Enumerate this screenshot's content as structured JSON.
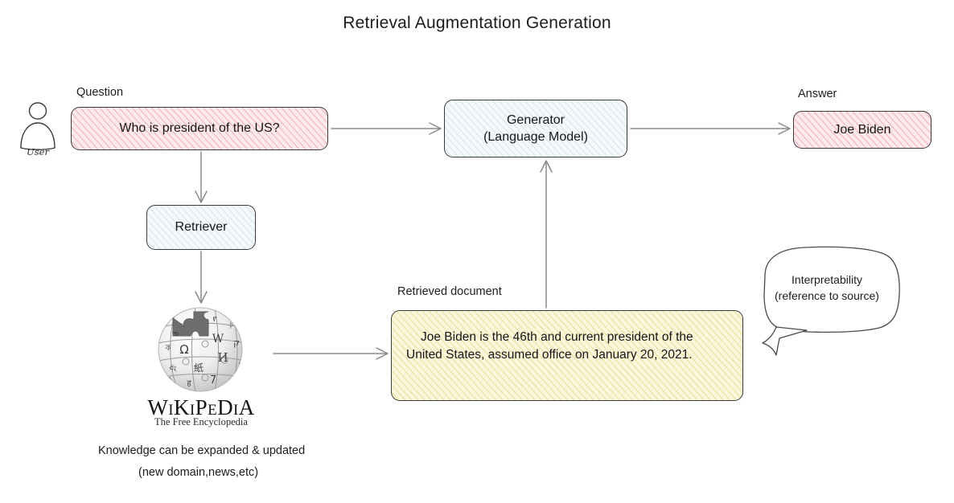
{
  "title": "Retrieval Augmentation Generation",
  "actor": {
    "icon": "user-person-icon",
    "label": "User"
  },
  "labels": {
    "question": "Question",
    "answer": "Answer",
    "retrieved_document": "Retrieved document"
  },
  "nodes": {
    "question": {
      "text": "Who is president of the US?",
      "fill": "#fbe9ec",
      "stroke": "#3a3a3a"
    },
    "retriever": {
      "text": "Retriever",
      "fill": "#f4f9fc",
      "stroke": "#3a3a3a"
    },
    "generator": {
      "text": "Generator\n(Language Model)",
      "fill": "#f4f9fc",
      "stroke": "#3a3a3a"
    },
    "answer": {
      "text": "Joe Biden",
      "fill": "#fbe9ec",
      "stroke": "#3a3a3a"
    },
    "document": {
      "text": "Joe Biden is the 46th and current president of the United States, assumed office on January 20, 2021.",
      "fill": "#fbf7da",
      "stroke": "#3a3a3a"
    }
  },
  "knowledge_source": {
    "logo": "wikipedia-globe-icon",
    "wordmark": "WIKIPEDIA",
    "tagline": "The Free Encyclopedia",
    "globe_glyphs": [
      "Ω",
      "W",
      "И",
      "紙",
      "7",
      "ק",
      "ง",
      "あ"
    ],
    "note_line1": "Knowledge can be expanded & updated",
    "note_line2": "(new domain,news,etc)"
  },
  "annotation_bubble": {
    "text": "Interpretability\n(reference to source)",
    "points_to": "retrieved-document"
  },
  "arrows": [
    {
      "name": "question-to-generator",
      "from": "question",
      "to": "generator"
    },
    {
      "name": "question-to-retriever",
      "from": "question",
      "to": "retriever"
    },
    {
      "name": "retriever-to-wikipedia",
      "from": "retriever",
      "to": "wikipedia"
    },
    {
      "name": "wikipedia-to-document",
      "from": "wikipedia",
      "to": "document"
    },
    {
      "name": "document-to-generator",
      "from": "document",
      "to": "generator"
    },
    {
      "name": "generator-to-answer",
      "from": "generator",
      "to": "answer"
    }
  ],
  "colors": {
    "arrow": "#8a8a8a",
    "text": "#1a1a1a",
    "pink_fill": "#fbe9ec",
    "blue_fill": "#f4f9fc",
    "yellow_fill": "#fbf7da"
  }
}
